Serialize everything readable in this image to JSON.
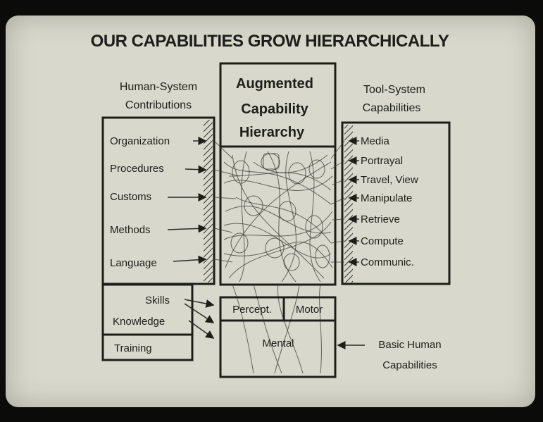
{
  "slide": {
    "title": "OUR CAPABILITIES GROW HIERARCHICALLY",
    "left_header": [
      "Human-System",
      "Contributions"
    ],
    "right_header": [
      "Tool-System",
      "Capabilities"
    ],
    "center_box": [
      "Augmented",
      "Capability",
      "Hierarchy"
    ],
    "left_items": [
      "Organization",
      "Procedures",
      "Customs",
      "Methods",
      "Language"
    ],
    "right_items": [
      "Media",
      "Portrayal",
      "Travel, View",
      "Manipulate",
      "Retrieve",
      "Compute",
      "Communic."
    ],
    "lower_left": {
      "skills": "Skills",
      "knowledge": "Knowledge",
      "training": "Training"
    },
    "basic": {
      "percept": "Percept.",
      "motor": "Motor",
      "mental": "Mental"
    },
    "basic_label": [
      "Basic Human",
      "Capabilities"
    ]
  },
  "colors": {
    "slide_bg": "#d8d9cc",
    "ink": "#1d1e1a",
    "frame": "#0b0c0a"
  }
}
